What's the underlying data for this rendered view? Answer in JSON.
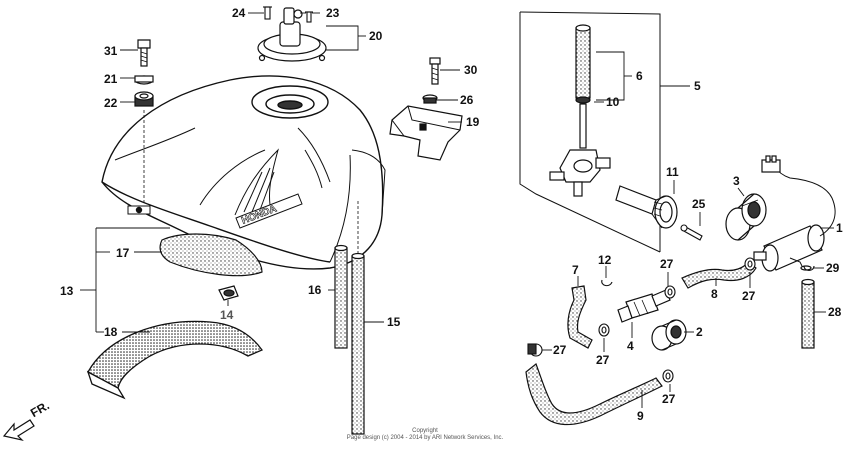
{
  "callouts": {
    "c1": "1",
    "c2": "2",
    "c3": "3",
    "c4": "4",
    "c5": "5",
    "c6": "6",
    "c7": "7",
    "c8": "8",
    "c9": "9",
    "c10": "10",
    "c11": "11",
    "c12": "12",
    "c13": "13",
    "c14": "14",
    "c15": "15",
    "c16": "16",
    "c17": "17",
    "c18": "18",
    "c19": "19",
    "c20": "20",
    "c21": "21",
    "c22": "22",
    "c23": "23",
    "c24": "24",
    "c25": "25",
    "c26": "26",
    "c27": "27",
    "c28": "28",
    "c29": "29",
    "c30": "30",
    "c31": "31"
  },
  "tank_badge": "HONDA",
  "direction_label": "FR.",
  "copyright": {
    "line1": "Copyright",
    "line2": "Page design (c) 2004 - 2014 by ARI Network Services, Inc."
  }
}
